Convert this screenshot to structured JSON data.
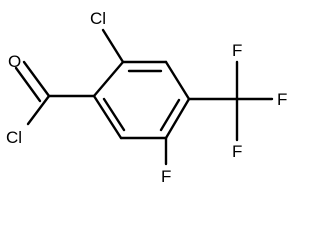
{
  "molecule": {
    "labels": {
      "acyl_oxygen": "O",
      "acyl_chlorine": "Cl",
      "ring_chlorine": "Cl",
      "ring_fluorine": "F",
      "cf3_fluorine_top": "F",
      "cf3_fluorine_right": "F",
      "cf3_fluorine_bottom": "F"
    }
  }
}
